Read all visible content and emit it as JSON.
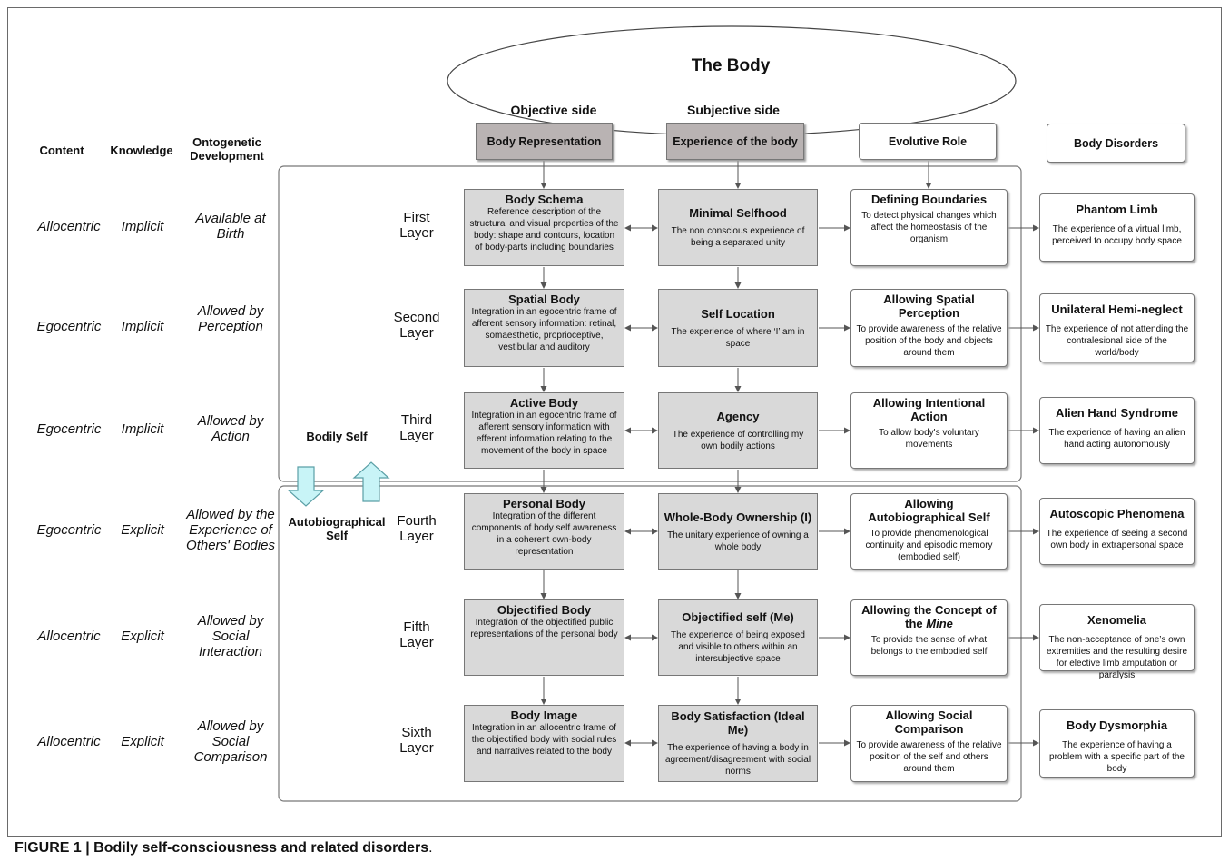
{
  "title": "The Body",
  "side_labels": {
    "objective": "Objective side",
    "subjective": "Subjective side"
  },
  "left_headers": {
    "content": "Content",
    "knowledge": "Knowledge",
    "ontogenetic": "Ontogenetic Development"
  },
  "column_headers": {
    "representation": "Body Representation",
    "experience": "Experience of the body",
    "evolutive": "Evolutive Role",
    "disorders": "Body Disorders"
  },
  "group_labels": {
    "bodily": "Bodily Self",
    "autobiographical": "Autobiographical Self"
  },
  "rows": [
    {
      "content": "Allocentric",
      "knowledge": "Implicit",
      "development": "Available at Birth",
      "layer": "First Layer",
      "rep_title": "Body Schema",
      "rep_desc": "Reference description of the structural and visual properties of the body: shape and contours, location of body-parts including boundaries",
      "exp_title": "Minimal Selfhood",
      "exp_desc": "The non conscious experience of being a separated unity",
      "role_title": "Defining Boundaries",
      "role_desc": "To detect physical changes which affect the homeostasis of the organism",
      "dis_title": "Phantom Limb",
      "dis_desc": "The experience of a virtual limb, perceived to occupy body space"
    },
    {
      "content": "Egocentric",
      "knowledge": "Implicit",
      "development": "Allowed by Perception",
      "layer": "Second Layer",
      "rep_title": "Spatial Body",
      "rep_desc": "Integration in an egocentric frame of afferent sensory information: retinal, somaesthetic, proprioceptive, vestibular and auditory",
      "exp_title": "Self Location",
      "exp_desc": "The experience of where ‘I’ am in space",
      "role_title": "Allowing Spatial Perception",
      "role_desc": "To provide awareness of the relative position of the body and objects around them",
      "dis_title": "Unilateral Hemi-neglect",
      "dis_desc": "The experience of not attending the contralesional side of the world/body"
    },
    {
      "content": "Egocentric",
      "knowledge": "Implicit",
      "development": "Allowed by Action",
      "layer": "Third Layer",
      "rep_title": "Active Body",
      "rep_desc": "Integration in an egocentric frame of afferent sensory information with efferent information relating to the movement of the body in space",
      "exp_title": "Agency",
      "exp_desc": "The experience of controlling my own bodily actions",
      "role_title": "Allowing Intentional Action",
      "role_desc": "To allow body's voluntary movements",
      "dis_title": "Alien Hand Syndrome",
      "dis_desc": "The experience of having an alien hand acting autonomously"
    },
    {
      "content": "Egocentric",
      "knowledge": "Explicit",
      "development": "Allowed by the Experience of Others' Bodies",
      "layer": "Fourth Layer",
      "rep_title": "Personal Body",
      "rep_desc": "Integration of the different components of body self awareness in a coherent own-body representation",
      "exp_title": "Whole-Body Ownership (I)",
      "exp_desc": "The unitary experience of owning a whole body",
      "role_title": "Allowing Autobiographical Self",
      "role_desc": "To provide phenomenological continuity and episodic memory (embodied self)",
      "dis_title": "Autoscopic Phenomena",
      "dis_desc": "The experience of seeing a second own body in extrapersonal space"
    },
    {
      "content": "Allocentric",
      "knowledge": "Explicit",
      "development": "Allowed by Social Interaction",
      "layer": "Fifth Layer",
      "rep_title": "Objectified Body",
      "rep_desc": "Integration of the objectified public representations of the personal body",
      "exp_title": "Objectified self (Me)",
      "exp_desc": "The experience of being exposed and visible to others within an intersubjective space",
      "role_title": "Allowing the Concept of the",
      "role_title_em": "Mine",
      "role_desc": "To provide the sense of what belongs to the embodied self",
      "dis_title": "Xenomelia",
      "dis_desc": "The non-acceptance of one’s own extremities and the resulting desire for elective limb amputation or paralysis"
    },
    {
      "content": "Allocentric",
      "knowledge": "Explicit",
      "development": "Allowed by Social Comparison",
      "layer": "Sixth Layer",
      "rep_title": "Body Image",
      "rep_desc": "Integration in an allocentric frame of the objectified body with social rules and narratives related to the body",
      "exp_title": "Body Satisfaction (Ideal Me)",
      "exp_desc": "The experience of having a body in agreement/disagreement with social norms",
      "role_title": "Allowing Social Comparison",
      "role_desc": "To provide awareness of the relative position of the self and others around them",
      "dis_title": "Body Dysmorphia",
      "dis_desc": "The experience of having a problem with a specific part of the body"
    }
  ],
  "caption": {
    "bold": "FIGURE 1 | Bodily self-consciousness and related disorders",
    "end": "."
  }
}
